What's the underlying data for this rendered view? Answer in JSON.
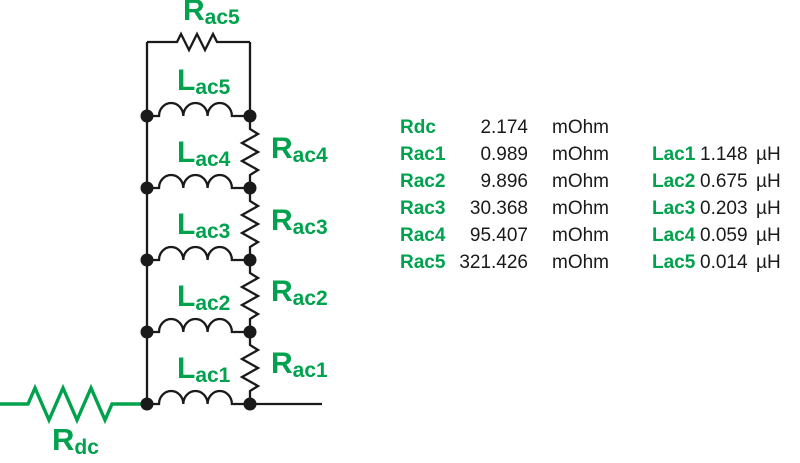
{
  "colors": {
    "green": "#00A24D",
    "black": "#1A1A1A",
    "background": "#FFFFFF"
  },
  "circuit": {
    "labels": {
      "rdc": {
        "main": "R",
        "sub": "dc"
      },
      "rac1": {
        "main": "R",
        "sub": "ac1"
      },
      "rac2": {
        "main": "R",
        "sub": "ac2"
      },
      "rac3": {
        "main": "R",
        "sub": "ac3"
      },
      "rac4": {
        "main": "R",
        "sub": "ac4"
      },
      "rac5": {
        "main": "R",
        "sub": "ac5"
      },
      "lac1": {
        "main": "L",
        "sub": "ac1"
      },
      "lac2": {
        "main": "L",
        "sub": "ac2"
      },
      "lac3": {
        "main": "L",
        "sub": "ac3"
      },
      "lac4": {
        "main": "L",
        "sub": "ac4"
      },
      "lac5": {
        "main": "L",
        "sub": "ac5"
      }
    }
  },
  "table": {
    "rows": [
      {
        "r_label": "Rdc",
        "r_value": "2.174",
        "r_unit": "mOhm",
        "l_label": "",
        "l_value": "",
        "l_unit": ""
      },
      {
        "r_label": "Rac1",
        "r_value": "0.989",
        "r_unit": "mOhm",
        "l_label": "Lac1",
        "l_value": "1.148",
        "l_unit": "µH"
      },
      {
        "r_label": "Rac2",
        "r_value": "9.896",
        "r_unit": "mOhm",
        "l_label": "Lac2",
        "l_value": "0.675",
        "l_unit": "µH"
      },
      {
        "r_label": "Rac3",
        "r_value": "30.368",
        "r_unit": "mOhm",
        "l_label": "Lac3",
        "l_value": "0.203",
        "l_unit": "µH"
      },
      {
        "r_label": "Rac4",
        "r_value": "95.407",
        "r_unit": "mOhm",
        "l_label": "Lac4",
        "l_value": "0.059",
        "l_unit": "µH"
      },
      {
        "r_label": "Rac5",
        "r_value": "321.426",
        "r_unit": "mOhm",
        "l_label": "Lac5",
        "l_value": "0.014",
        "l_unit": "µH"
      }
    ]
  }
}
